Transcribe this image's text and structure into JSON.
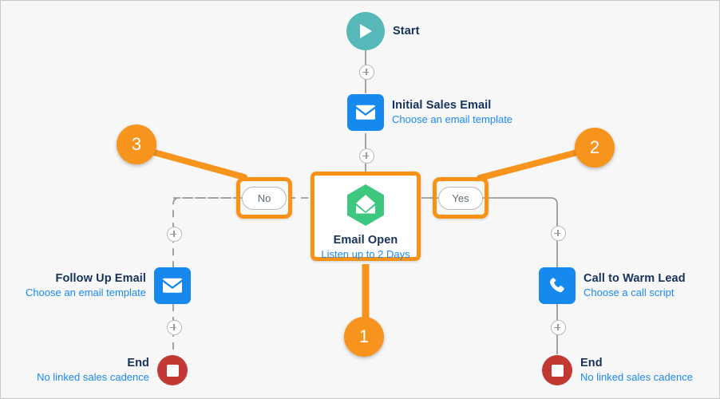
{
  "canvas": {
    "bg_color": "#f7f7f7",
    "border_color": "#c9c9c9",
    "accent_orange": "#f7941e",
    "link_blue": "#1b88f4",
    "title_color": "#16325c"
  },
  "nodes": {
    "start": {
      "title": "Start",
      "subtitle": "",
      "icon": "play-circle-icon",
      "icon_color": "#56b8b8"
    },
    "initial_sales_email": {
      "title": "Initial Sales Email",
      "subtitle": "Choose an email template",
      "icon": "envelope-icon",
      "icon_color": "#1589ee"
    },
    "email_open": {
      "title": "Email Open",
      "subtitle": "Listen up to 2 Days",
      "icon": "hexagon-envelope-icon",
      "icon_color": "#3ec77f"
    },
    "follow_up_email": {
      "title": "Follow Up Email",
      "subtitle": "Choose an email template",
      "icon": "envelope-icon",
      "icon_color": "#1589ee"
    },
    "call_to_warm_lead": {
      "title": "Call to Warm Lead",
      "subtitle": "Choose a call script",
      "icon": "phone-icon",
      "icon_color": "#1589ee"
    },
    "end_left": {
      "title": "End",
      "subtitle": "No linked sales cadence",
      "icon": "stop-circle-icon",
      "icon_color": "#c23934"
    },
    "end_right": {
      "title": "End",
      "subtitle": "No linked sales cadence",
      "icon": "stop-circle-icon",
      "icon_color": "#c23934"
    }
  },
  "branches": {
    "no_label": "No",
    "yes_label": "Yes"
  },
  "callouts": [
    {
      "number": "1",
      "points_to": "email-open-card"
    },
    {
      "number": "2",
      "points_to": "yes-branch-pill"
    },
    {
      "number": "3",
      "points_to": "no-branch-pill"
    }
  ],
  "add_buttons": [
    {
      "name": "add-step-after-start"
    },
    {
      "name": "add-step-after-initial-sales-email"
    },
    {
      "name": "add-step-before-follow-up-email"
    },
    {
      "name": "add-step-after-follow-up-email"
    },
    {
      "name": "add-step-before-call-to-warm-lead"
    },
    {
      "name": "add-step-after-call-to-warm-lead"
    }
  ]
}
